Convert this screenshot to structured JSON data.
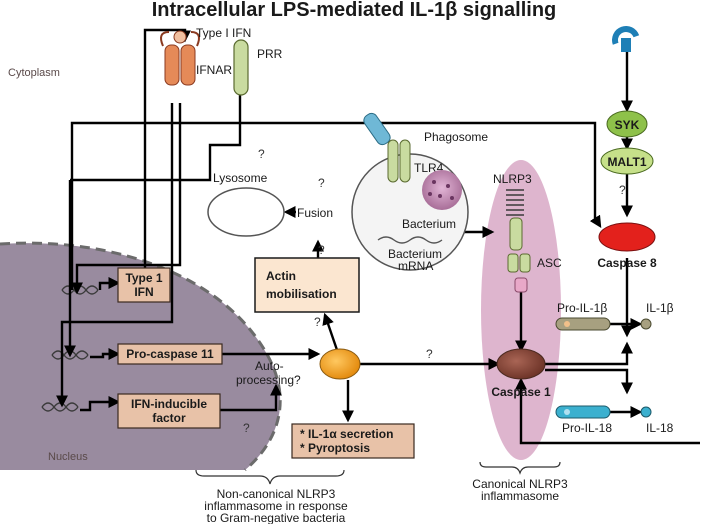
{
  "title": "Intracellular LPS-mediated IL-1β signalling",
  "regions": {
    "cytoplasm": "Cytoplasm",
    "nucleus": "Nucleus"
  },
  "receptors": {
    "type1_ifn_ligand": "Type I IFN",
    "ifnar": "IFNAR",
    "prr": "PRR",
    "tlr4": "TLR4",
    "nlrp3": "NLRP3",
    "asc": "ASC"
  },
  "organelles": {
    "phagosome": "Phagosome",
    "lysosome": "Lysosome",
    "fusion": "Fusion",
    "bacterium": "Bacterium",
    "bacterium_mrna_line1": "Bacterium",
    "bacterium_mrna_line2": "mRNA"
  },
  "kinases": {
    "syk": "SYK",
    "malt1": "MALT1",
    "caspase8": "Caspase 8",
    "caspase1": "Caspase 1"
  },
  "cytokines": {
    "pro_il1b": "Pro-IL-1β",
    "il1b": "IL-1β",
    "pro_il18": "Pro-IL-18",
    "il18": "IL-18"
  },
  "boxes": {
    "type1_ifn_line1": "Type 1",
    "type1_ifn_line2": "IFN",
    "pro_caspase11": "Pro-caspase 11",
    "ifn_inducible_line1": "IFN-inducible",
    "ifn_inducible_line2": "factor",
    "actin_line1": "Actin",
    "actin_line2": "mobilisation",
    "outcome_line1": "* IL-1α secretion",
    "outcome_line2": "* Pyroptosis"
  },
  "processing": {
    "line1": "Auto-",
    "line2": "processing?"
  },
  "question_mark": "?",
  "captions": {
    "noncanonical_line1": "Non-canonical NLRP3",
    "noncanonical_line2": "inflammasome in response",
    "noncanonical_line3": "to Gram-negative bacteria",
    "canonical_line1": "Canonical NLRP3",
    "canonical_line2": "inflammasome"
  },
  "colors": {
    "nucleus_fill": "#8e7e95",
    "caspase1_zone": "#d8a8c6",
    "box_fill": "#e8c2a8",
    "actin_fill": "#fbe6d0",
    "syk_fill": "#8ec14a",
    "caspase8_fill": "#e3211c",
    "caspase1_fill": "#8b4a3c",
    "auto_node_fill": "#f4a21c",
    "tlr4_blue": "#6fb8d6",
    "green_receptor": "#c9dba0",
    "il18_blue": "#3bb0cf"
  }
}
